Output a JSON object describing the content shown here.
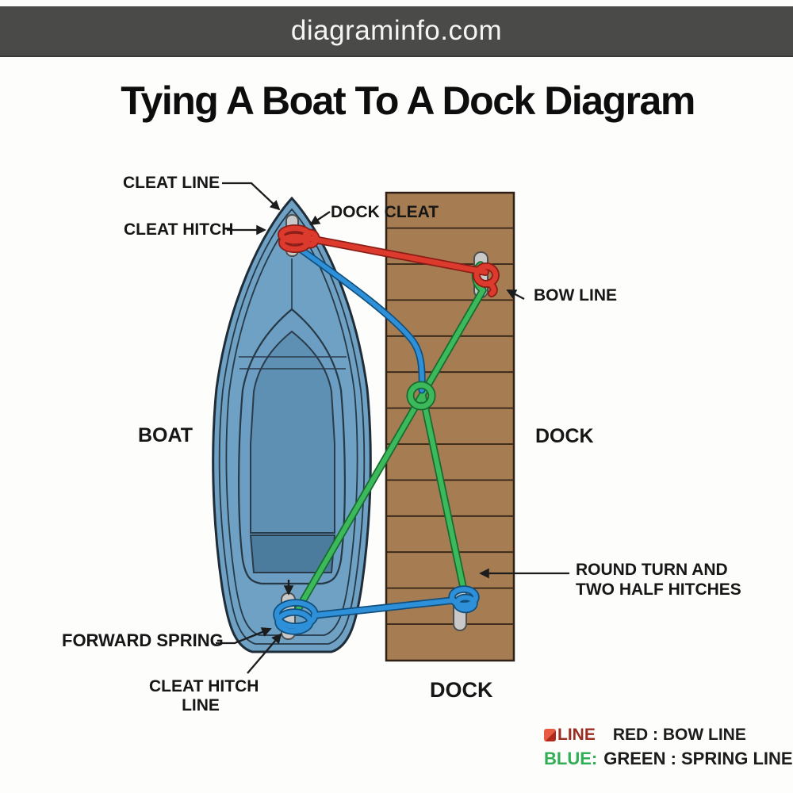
{
  "header": {
    "site": "diagraminfo.com"
  },
  "title": "Tying A Boat To A Dock Diagram",
  "labels": {
    "cleat_line": "CLEAT LINE",
    "cleat_hitch": "CLEAT HITCH",
    "dock_cleat": "DOCK CLEAT",
    "bow_line": "BOW LINE",
    "boat": "BOAT",
    "dock_right": "DOCK",
    "round_turn_line1": "ROUND TURN AND",
    "round_turn_line2": "TWO HALF HITCHES",
    "forward_spring": "FORWARD SPRING",
    "cleat_hitch_line_line1": "CLEAT HITCH",
    "cleat_hitch_line_line2": "LINE",
    "dock_bottom": "DOCK"
  },
  "legend": {
    "row1": {
      "prefix": "LINE",
      "text": "RED : BOW LINE"
    },
    "row2": {
      "prefix": "BLUE:",
      "text": "GREEN : SPRING LINE"
    }
  },
  "colors": {
    "header_bg": "#4a4a49",
    "boat_hull": "#6fa1c5",
    "boat_panel": "#5e90b4",
    "boat_seat": "#4c7c9d",
    "dock_wood": "#a67c52",
    "rope_red": "#dd3a2e",
    "rope_blue": "#2e90d8",
    "rope_green": "#3cba5b",
    "cleat_gray": "#c9c9c9",
    "legend_red_text": "#9c2d22",
    "legend_green_text": "#2fae54"
  },
  "diagram_parts": {
    "boat": "top-view small boat hull",
    "dock": "wooden plank dock",
    "ropes": [
      "bow line (red)",
      "spring line (green)",
      "stern/cleat-hitch line (blue)"
    ],
    "cleats": [
      "boat bow cleat",
      "dock upper cleat",
      "boat stern cleat",
      "dock lower cleat"
    ],
    "knots": [
      "cleat hitch at bow",
      "round turn at mid dock",
      "round turn and two half hitches at lower dock",
      "cleat hitch at stern"
    ]
  }
}
